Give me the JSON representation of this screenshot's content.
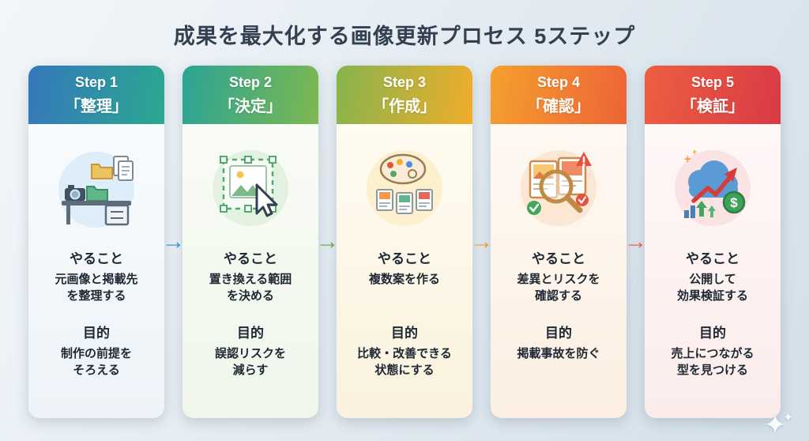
{
  "title": "成果を最大化する画像更新プロセス 5ステップ",
  "steps": [
    {
      "step_label": "Step 1",
      "step_title": "「整理」",
      "todo_label": "やること",
      "todo_text": "元画像と掲載先\nを整理する",
      "purpose_label": "目的",
      "purpose_text": "制作の前提を\nそろえる",
      "icon": "workspace-organize-icon",
      "header_gradient": [
        "#3577bd",
        "#2aa98f"
      ]
    },
    {
      "step_label": "Step 2",
      "step_title": "「決定」",
      "todo_label": "やること",
      "todo_text": "置き換える範囲\nを決める",
      "purpose_label": "目的",
      "purpose_text": "誤認リスクを\n減らす",
      "icon": "selection-cursor-icon",
      "header_gradient": [
        "#2aa496",
        "#7eb84f"
      ]
    },
    {
      "step_label": "Step 3",
      "step_title": "「作成」",
      "todo_label": "やること",
      "todo_text": "複数案を作る",
      "purpose_label": "目的",
      "purpose_text": "比較・改善できる\n状態にする",
      "icon": "palette-drafts-icon",
      "header_gradient": [
        "#86b44d",
        "#f0ad2a"
      ]
    },
    {
      "step_label": "Step 4",
      "step_title": "「確認」",
      "todo_label": "やること",
      "todo_text": "差異とリスクを\n確認する",
      "purpose_label": "目的",
      "purpose_text": "掲載事故を防ぐ",
      "icon": "magnifier-review-icon",
      "header_gradient": [
        "#f5a02e",
        "#ee6336"
      ]
    },
    {
      "step_label": "Step 5",
      "step_title": "「検証」",
      "todo_label": "やること",
      "todo_text": "公開して\n効果検証する",
      "purpose_label": "目的",
      "purpose_text": "売上につながる\n型を見つける",
      "icon": "growth-cloud-icon",
      "header_gradient": [
        "#ed5f41",
        "#d93a45"
      ]
    }
  ],
  "arrows": [
    {
      "glyph": "→",
      "color": "#3f9bd8"
    },
    {
      "glyph": "→",
      "color": "#6fb04d"
    },
    {
      "glyph": "→",
      "color": "#f2a340"
    },
    {
      "glyph": "→",
      "color": "#ee6a4c"
    }
  ],
  "watermark": {
    "glyph_large": "✦",
    "glyph_small": "✦"
  }
}
